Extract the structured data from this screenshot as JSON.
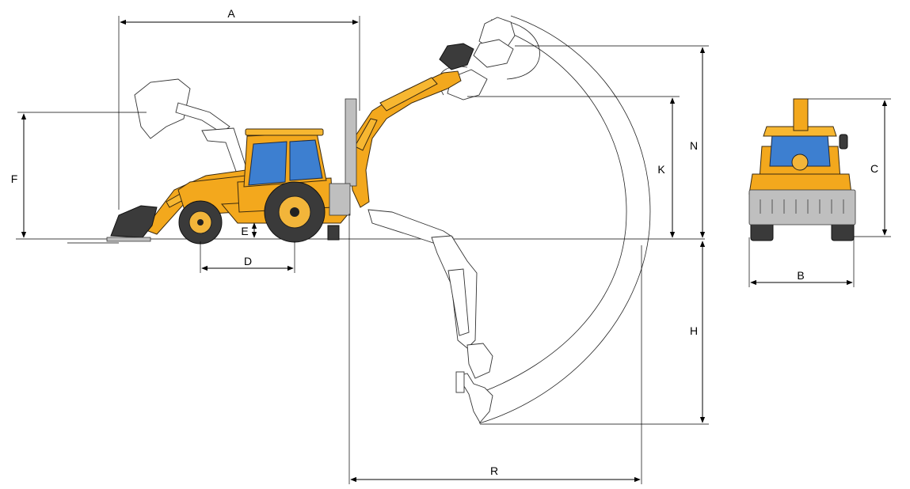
{
  "diagram": {
    "dimension_labels": {
      "A": "A",
      "B": "B",
      "C": "C",
      "D": "D",
      "E": "E",
      "F": "F",
      "H": "H",
      "K": "K",
      "N": "N",
      "R": "R"
    }
  }
}
